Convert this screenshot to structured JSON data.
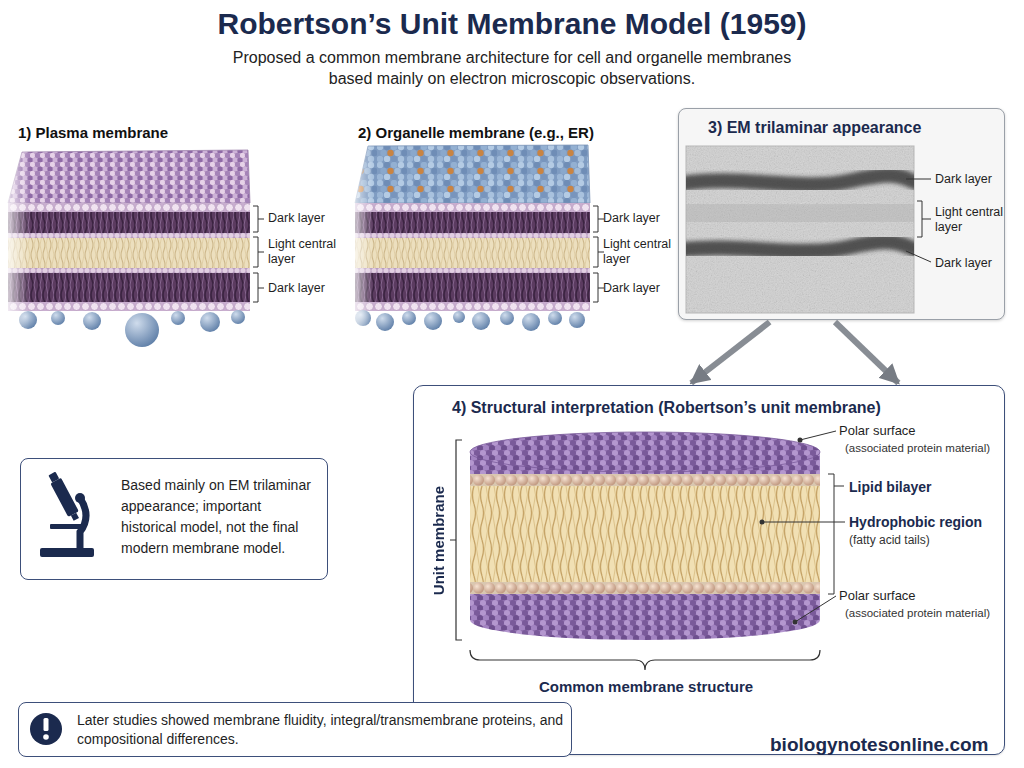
{
  "diagram": {
    "title": "Robertson’s Unit Membrane Model (1959)",
    "caption": "Proposed a common membrane architecture for cell and organelle membranes based mainly on electron microscopic observations.",
    "nodes": [
      {
        "text": [
          "3) EM trilaminar appearance",
          "Dark layer",
          "Light central layer",
          "Dark layer"
        ]
      },
      {
        "text": [
          "4) Structural interpretation (Robertson’s unit membrane)",
          "Polar surface",
          "(associated protein material)",
          "Lipid bilayer",
          "Hydrophobic region",
          "(fatty acid tails)",
          "Polar surface",
          "(associated protein material)",
          "Unit membrane",
          "Common membrane structure"
        ]
      },
      {
        "text": [
          "Based mainly on EM trilaminar appearance; important historical model, not the final modern membrane model."
        ]
      },
      {
        "text": [
          "Later studies showed membrane fluidity, integral/transmembrane proteins, and compositional differences."
        ]
      }
    ],
    "edges": [
      {
        "from": 0,
        "to": 1,
        "arrow": "to"
      },
      {
        "from": 0,
        "to": 1,
        "arrow": "to"
      }
    ],
    "labels": [
      "1) Plasma membrane",
      "Dark layer",
      "Light central layer",
      "Dark layer",
      "2) Organelle membrane (e.g., ER)",
      "Dark layer",
      "Light central layer",
      "Dark layer",
      "biologynotesonline.com"
    ]
  }
}
